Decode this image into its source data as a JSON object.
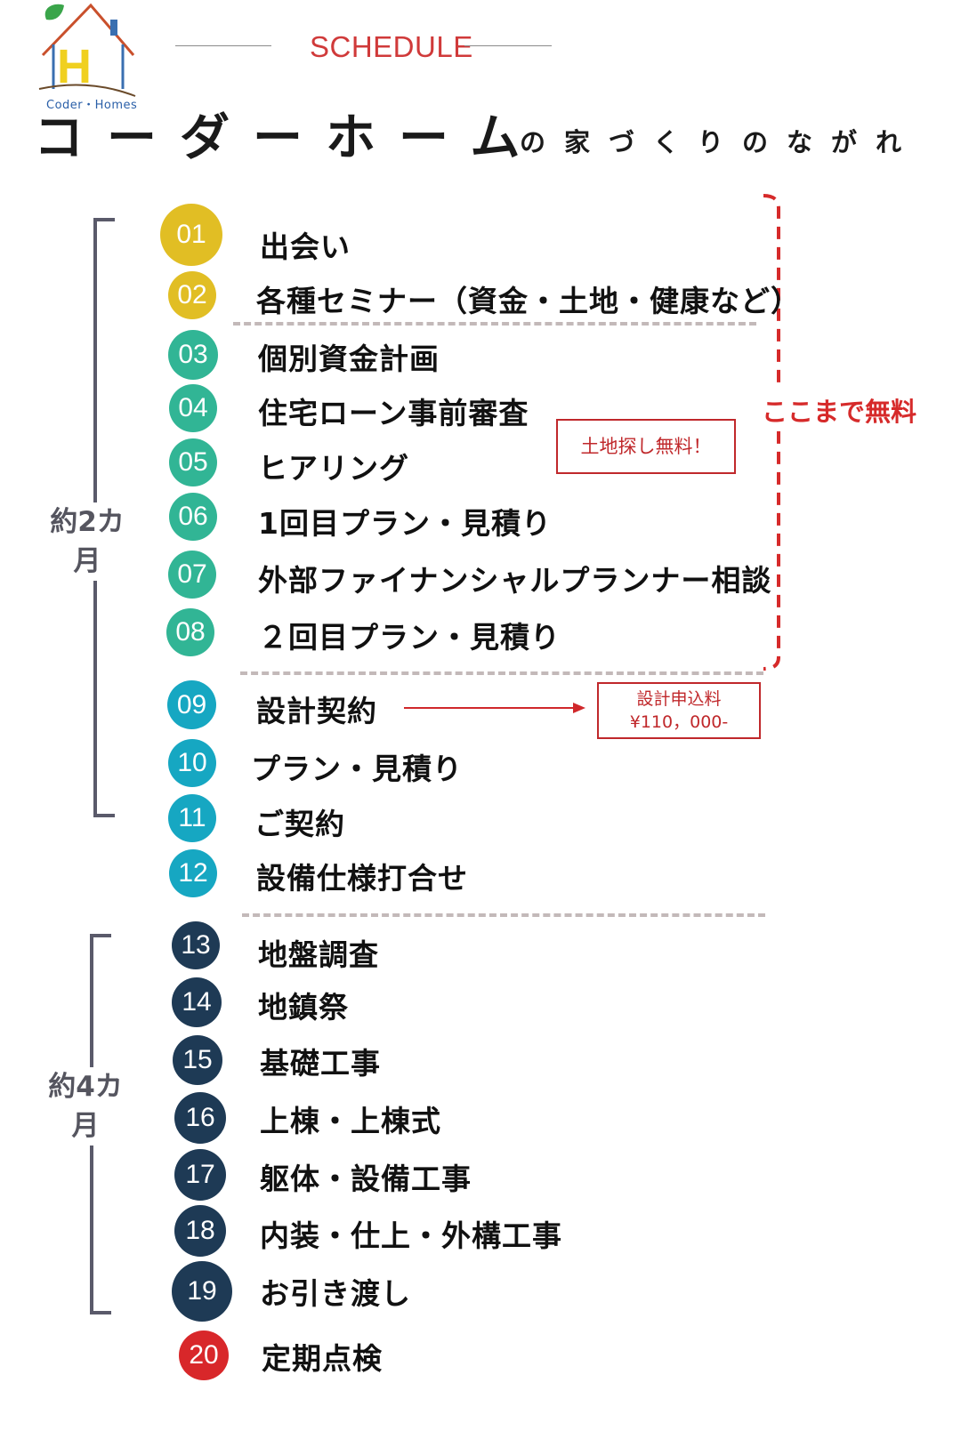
{
  "brand": {
    "caption": "Coder・Homes",
    "logo_letter": "H"
  },
  "header": {
    "schedule": "SCHEDULE",
    "main_title": "コーダーホーム",
    "sub_title": "の家づくりのながれ"
  },
  "colors": {
    "gold": "#e1be24",
    "teal": "#31b595",
    "cyan": "#16a7c2",
    "navy": "#1e3a55",
    "red": "#d8272a",
    "accent_red": "#d03a3a"
  },
  "steps": [
    {
      "num": "01",
      "label": "出会い"
    },
    {
      "num": "02",
      "label": "各種セミナー（資金・土地・健康など）"
    },
    {
      "num": "03",
      "label": "個別資金計画"
    },
    {
      "num": "04",
      "label": "住宅ローン事前審査"
    },
    {
      "num": "05",
      "label": "ヒアリング"
    },
    {
      "num": "06",
      "label": "1回目プラン・見積り"
    },
    {
      "num": "07",
      "label": "外部ファイナンシャルプランナー相談"
    },
    {
      "num": "08",
      "label": "２回目プラン・見積り"
    },
    {
      "num": "09",
      "label": "設計契約"
    },
    {
      "num": "10",
      "label": "プラン・見積り"
    },
    {
      "num": "11",
      "label": "ご契約"
    },
    {
      "num": "12",
      "label": "設備仕様打合せ"
    },
    {
      "num": "13",
      "label": "地盤調査"
    },
    {
      "num": "14",
      "label": "地鎮祭"
    },
    {
      "num": "15",
      "label": "基礎工事"
    },
    {
      "num": "16",
      "label": "上棟・上棟式"
    },
    {
      "num": "17",
      "label": "躯体・設備工事"
    },
    {
      "num": "18",
      "label": "内装・仕上・外構工事"
    },
    {
      "num": "19",
      "label": "お引き渡し"
    },
    {
      "num": "20",
      "label": "定期点検"
    }
  ],
  "periods": {
    "first": "約2カ月",
    "second": "約4カ月"
  },
  "notes": {
    "free_until": "ここまで無料",
    "land_search": "土地探し無料！",
    "design_fee_title": "設計申込料",
    "design_fee_amount": "¥110，000-"
  }
}
